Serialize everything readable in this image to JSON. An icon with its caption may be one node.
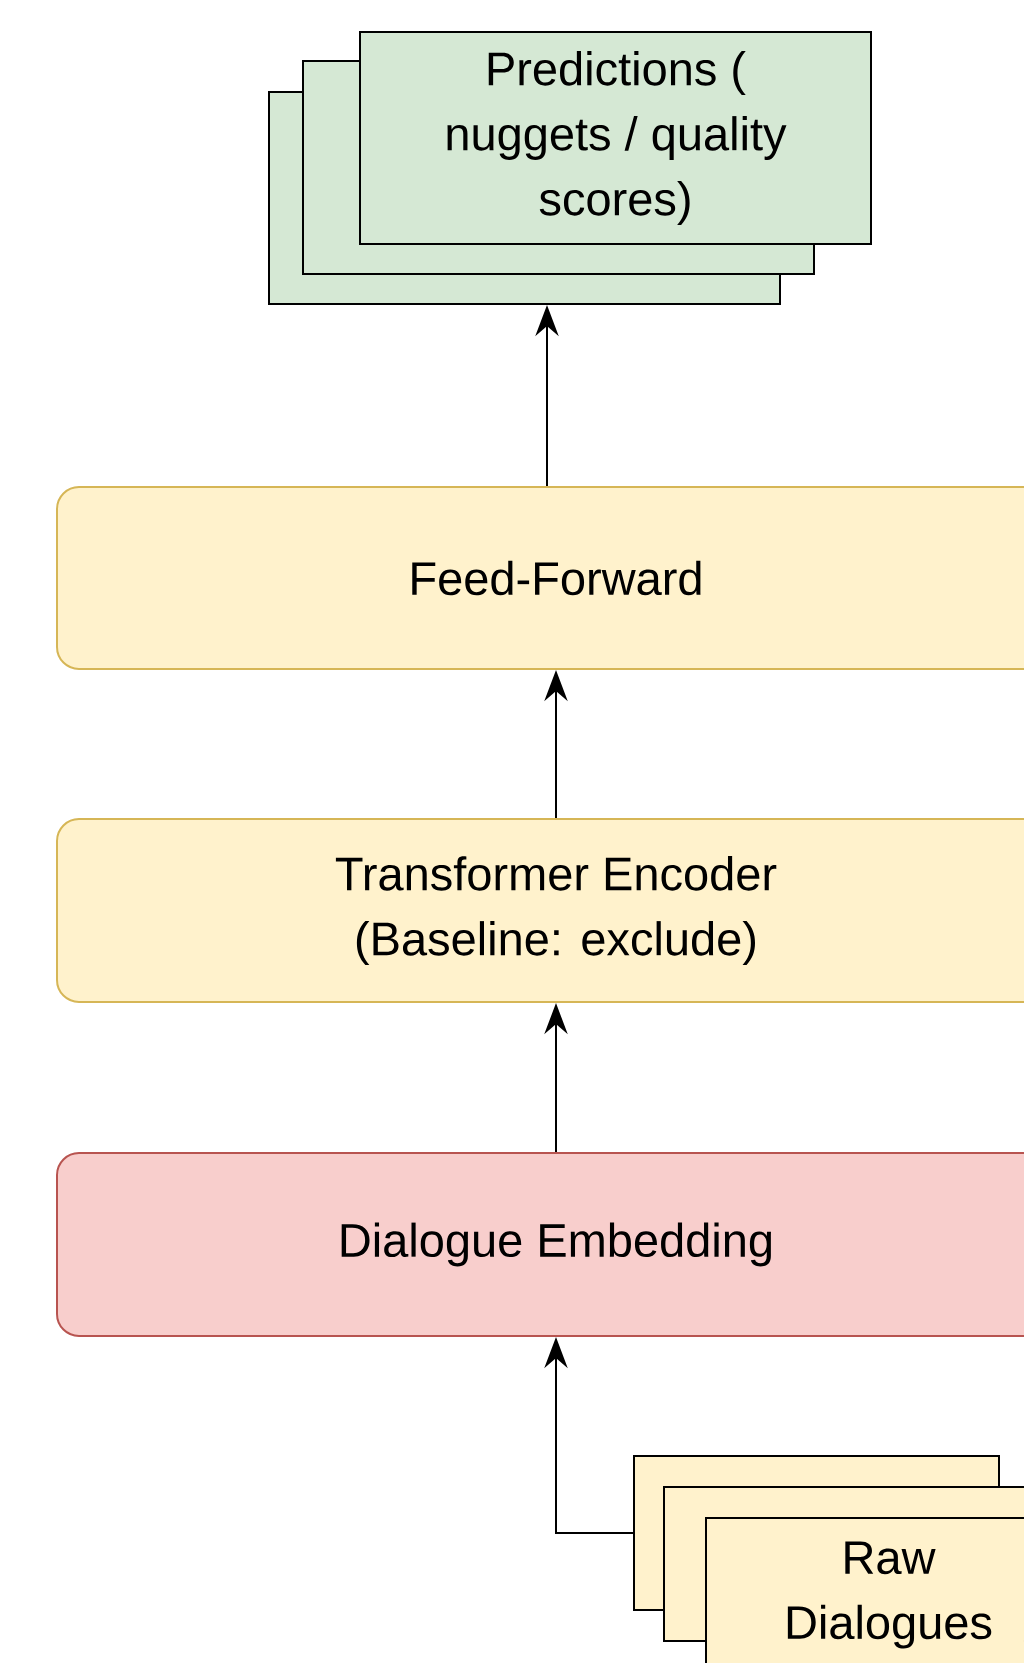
{
  "diagram": {
    "nodes": [
      {
        "text": [],
        "shape": "box"
      },
      {
        "text": [],
        "shape": "box"
      },
      {
        "text": [
          "Predictions ( nuggets / quality scores)"
        ]
      },
      {
        "text": [
          "Feed-Forward"
        ]
      },
      {
        "text": [
          "Transformer Encoder (Baseline: exclude)"
        ]
      },
      {
        "text": [
          "Dialogue Embedding"
        ]
      },
      {
        "text": [],
        "shape": "box"
      },
      {
        "text": [],
        "shape": "box"
      },
      {
        "text": [
          "Raw Dialogues"
        ]
      }
    ],
    "edges": [
      {
        "from": 3,
        "to": 0,
        "arrow": "to"
      },
      {
        "from": 4,
        "to": 3,
        "arrow": "to"
      },
      {
        "from": 5,
        "to": 4,
        "arrow": "to"
      },
      {
        "from": 6,
        "to": 5,
        "arrow": "to"
      }
    ]
  }
}
